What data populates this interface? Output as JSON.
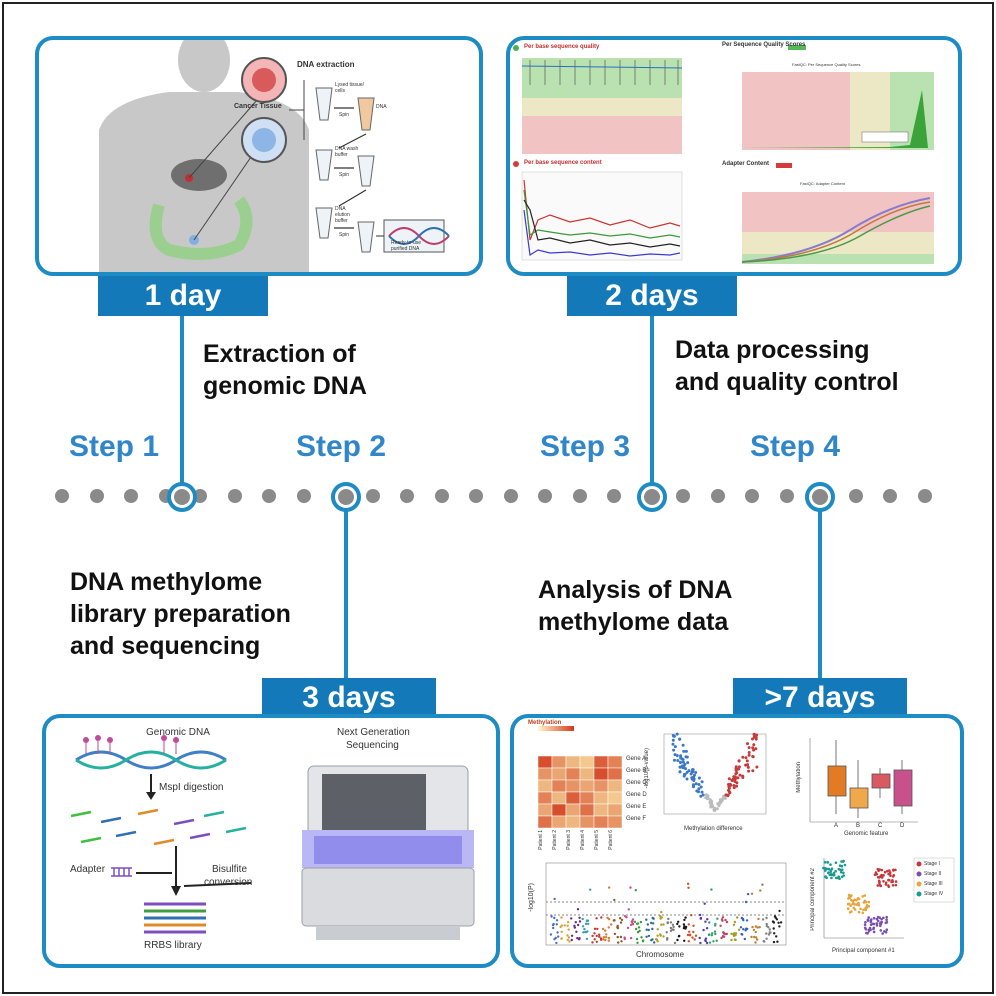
{
  "timeline": {
    "steps": [
      {
        "label": "Step 1"
      },
      {
        "label": "Step 2"
      },
      {
        "label": "Step 3"
      },
      {
        "label": "Step 4"
      }
    ]
  },
  "panel1": {
    "duration": "1 day",
    "caption_line1": "Extraction of",
    "caption_line2": "genomic DNA",
    "labels": {
      "title": "DNA extraction",
      "tissue": "Cancer Tissue",
      "lysed": "Lysed tissue/ cells",
      "dna": "DNA",
      "spin1": "Spin",
      "wash": "DNA wash buffer",
      "spin2": "Spin",
      "elution": "DNA elution buffer",
      "spin3": "Spin",
      "ready": "Ready-to-use purified DNA"
    }
  },
  "panel2": {
    "duration": "2 days",
    "caption_line1": "Data processing",
    "caption_line2": "and quality control",
    "labels": {
      "pbsq": "Per base sequence quality",
      "psqs": "Per Sequence Quality Scores",
      "psqs_inner": "FastQC: Per Sequence Quality Scores",
      "pbsc": "Per base sequence content",
      "ac": "Adapter Content",
      "ac_inner": "FastQC: Adapter Content"
    }
  },
  "panel3": {
    "duration": "3 days",
    "caption_line1": "DNA methylome",
    "caption_line2": "library preparation",
    "caption_line3": "and sequencing",
    "labels": {
      "genomic": "Genomic DNA",
      "msp": "MspI digestion",
      "adapter": "Adapter",
      "bisulfite1": "Bisulfite",
      "bisulfite2": "conversion",
      "rrbs": "RRBS library",
      "ngs1": "Next Generation",
      "ngs2": "Sequencing"
    }
  },
  "panel4": {
    "duration": ">7 days",
    "caption_line1": "Analysis of DNA",
    "caption_line2": "methylome data",
    "labels": {
      "methylation": "Methylation",
      "genes": [
        "Gene A",
        "Gene B",
        "Gene C",
        "Gene D",
        "Gene E",
        "Gene F"
      ],
      "patients": [
        "Patient 1",
        "Patient 2",
        "Patient 3",
        "Patient 4",
        "Patient 5",
        "Patient 6"
      ],
      "volcano_x": "Methylation difference",
      "volcano_y": "-log10(p-value)",
      "box_y": "Methylation",
      "box_x": "Genomic feature",
      "box_cats": [
        "A",
        "B",
        "C",
        "D"
      ],
      "manhattan_x": "Chromosome",
      "manhattan_y": "-log10(P)",
      "pca_x": "Principal component #1",
      "pca_y": "Principal component #2",
      "stages": [
        "Stage I",
        "Stage II",
        "Stage III",
        "Stage IV"
      ]
    }
  },
  "colors": {
    "accent": "#1d8bc4",
    "tab": "#1379b8",
    "step": "#2f86c9",
    "dot": "#8a8a8a"
  }
}
